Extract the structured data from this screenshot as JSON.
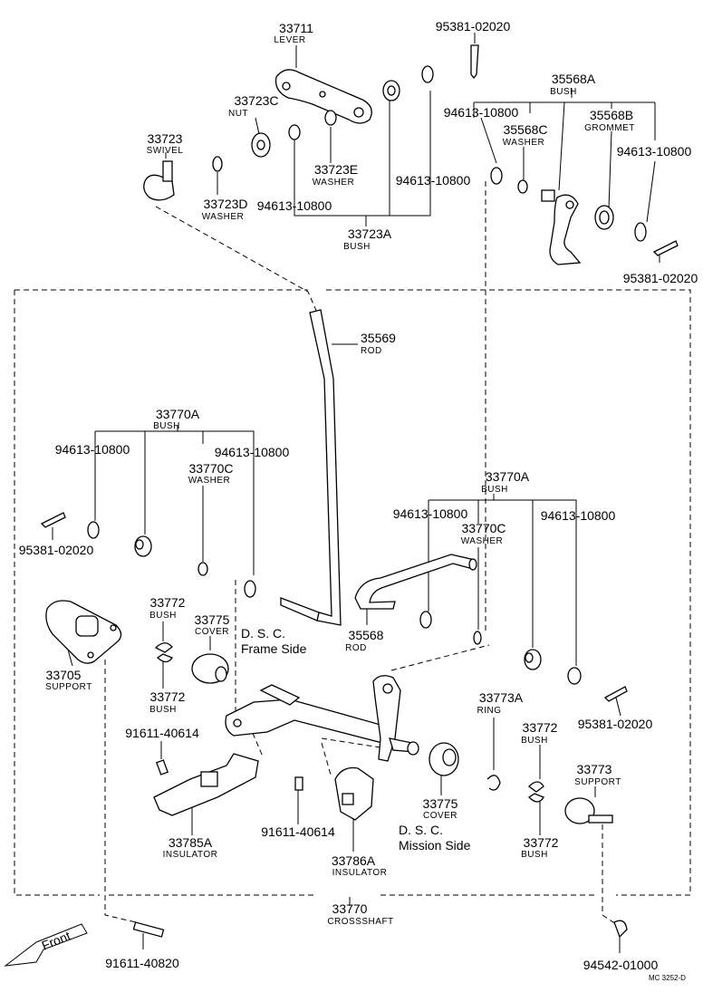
{
  "labels": {
    "l33711": {
      "num": "33711",
      "sub": "LEVER"
    },
    "l95381_top": {
      "num": "95381-02020"
    },
    "l35568A": {
      "num": "35568A",
      "sub": "BUSH"
    },
    "l33723C": {
      "num": "33723C",
      "sub": "NUT"
    },
    "l33723": {
      "num": "33723",
      "sub": "SWIVEL"
    },
    "l94613_tr1": {
      "num": "94613-10800"
    },
    "l35568C": {
      "num": "35568C",
      "sub": "WASHER"
    },
    "l35568B": {
      "num": "35568B",
      "sub": "GROMMET"
    },
    "l94613_tr2": {
      "num": "94613-10800"
    },
    "l33723E": {
      "num": "33723E",
      "sub": "WASHER"
    },
    "l94613_top": {
      "num": "94613-10800"
    },
    "l33723D": {
      "num": "33723D",
      "sub": "WASHER"
    },
    "l94613_top2": {
      "num": "94613-10800"
    },
    "l33723A": {
      "num": "33723A",
      "sub": "BUSH"
    },
    "l95381_r1": {
      "num": "95381-02020"
    },
    "l35569": {
      "num": "35569",
      "sub": "ROD"
    },
    "l33770A_l": {
      "num": "33770A",
      "sub": "BUSH"
    },
    "l94613_ml1": {
      "num": "94613-10800"
    },
    "l94613_ml2": {
      "num": "94613-10800"
    },
    "l33770C_l": {
      "num": "33770C",
      "sub": "WASHER"
    },
    "l95381_l": {
      "num": "95381-02020"
    },
    "l33770A_r": {
      "num": "33770A",
      "sub": "BUSH"
    },
    "l94613_mr1": {
      "num": "94613-10800"
    },
    "l33770C_r": {
      "num": "33770C",
      "sub": "WASHER"
    },
    "l94613_mr2": {
      "num": "94613-10800"
    },
    "l33772_a": {
      "num": "33772",
      "sub": "BUSH"
    },
    "l33775_l": {
      "num": "33775",
      "sub": "COVER"
    },
    "l33705": {
      "num": "33705",
      "sub": "SUPPORT"
    },
    "l33772_b": {
      "num": "33772",
      "sub": "BUSH"
    },
    "l35568": {
      "num": "35568",
      "sub": "ROD"
    },
    "l33773A": {
      "num": "33773A",
      "sub": "RING"
    },
    "l95381_r2": {
      "num": "95381-02020"
    },
    "l91611_a": {
      "num": "91611-40614"
    },
    "l33772_c": {
      "num": "33772",
      "sub": "BUSH"
    },
    "l33773": {
      "num": "33773",
      "sub": "SUPPORT"
    },
    "l33775_r": {
      "num": "33775",
      "sub": "COVER"
    },
    "l33785A": {
      "num": "33785A",
      "sub": "INSULATOR"
    },
    "l91611_b": {
      "num": "91611-40614"
    },
    "l33786A": {
      "num": "33786A",
      "sub": "INSULATOR"
    },
    "l33772_d": {
      "num": "33772",
      "sub": "BUSH"
    },
    "l33770": {
      "num": "33770",
      "sub": "CROSSSHAFT"
    },
    "l91611_c": {
      "num": "91611-40820"
    },
    "l94542": {
      "num": "94542-01000"
    }
  },
  "notes": {
    "dsc_frame_1": "D. S. C.",
    "dsc_frame_2": "Frame Side",
    "dsc_mission_1": "D. S. C.",
    "dsc_mission_2": "Mission Side",
    "front": "Front",
    "code": "MC 3252-D"
  }
}
